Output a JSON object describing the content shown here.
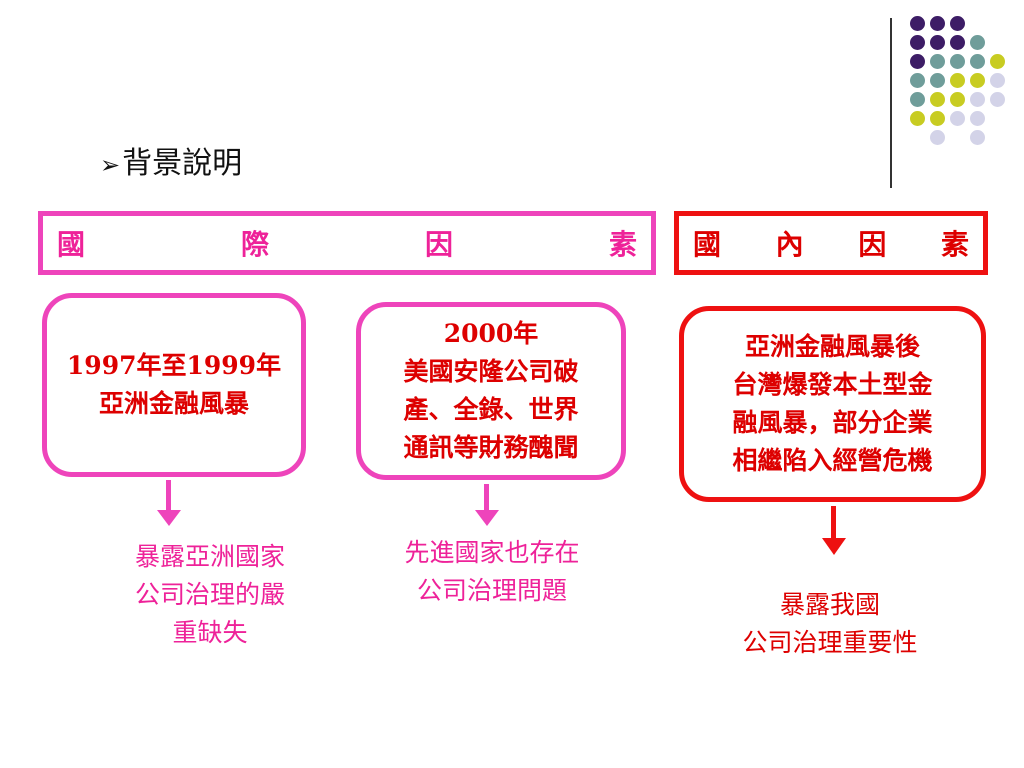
{
  "slide": {
    "title_arrow": "➢",
    "title": "背景說明"
  },
  "headers": {
    "international": [
      "國",
      "際",
      "因",
      "素"
    ],
    "domestic": [
      "國",
      "內",
      "因",
      "素"
    ]
  },
  "boxes": {
    "asia_crisis": {
      "lines": [
        "1997年至1999年",
        "亞洲金融風暴"
      ]
    },
    "enron": {
      "lines": [
        "2000年",
        "美國安隆公司破",
        "產、全錄、世界",
        "通訊等財務醜聞"
      ]
    },
    "taiwan_crisis": {
      "lines": [
        "亞洲金融風暴後",
        "台灣爆發本土型金",
        "融風暴，部分企業",
        "相繼陷入經營危機"
      ]
    }
  },
  "results": {
    "asia": {
      "lines": [
        "暴露亞洲國家",
        "公司治理的嚴",
        "重缺失"
      ]
    },
    "developed": {
      "lines": [
        "先進國家也存在",
        "公司治理問題"
      ]
    },
    "taiwan": {
      "lines": [
        "暴露我國",
        "公司治理重要性"
      ]
    }
  },
  "colors": {
    "magenta_border": "#ee44bb",
    "magenta_text": "#ee2299",
    "red_border": "#ee1111",
    "red_text": "#dd0000",
    "dot_purple": "#3d1d66",
    "dot_teal": "#6f9d9a",
    "dot_yellow": "#c8cc22",
    "dot_lavender": "#d3d3e8"
  },
  "decor_icon": "dot-grid-icon"
}
